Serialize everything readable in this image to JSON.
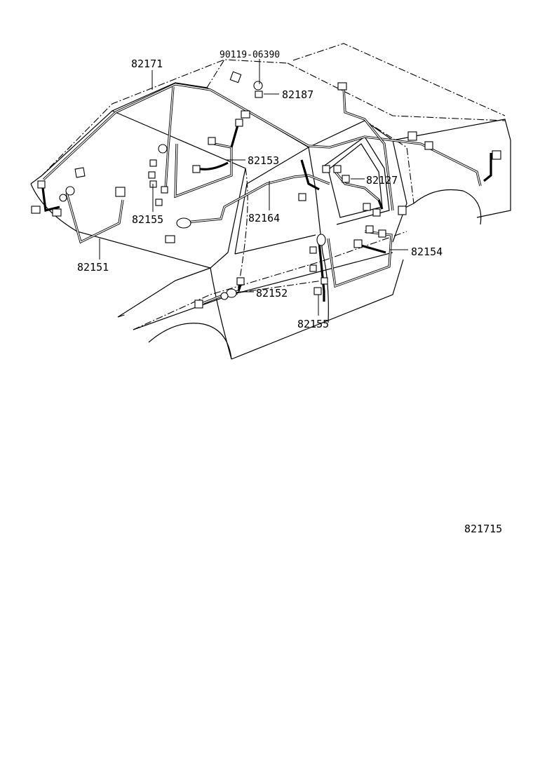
{
  "diagram": {
    "labels": {
      "top_bolt": "90119-06390",
      "roof_harness": "82171",
      "clip": "82187",
      "rear_harness": "82153",
      "door_harness_right": "82127",
      "floor_harness": "82164",
      "left_connector": "82155",
      "front_harness": "82151",
      "side_harness": "82154",
      "pillar_harness": "82152",
      "lower_connector": "82155"
    },
    "figure_number": "821715"
  }
}
